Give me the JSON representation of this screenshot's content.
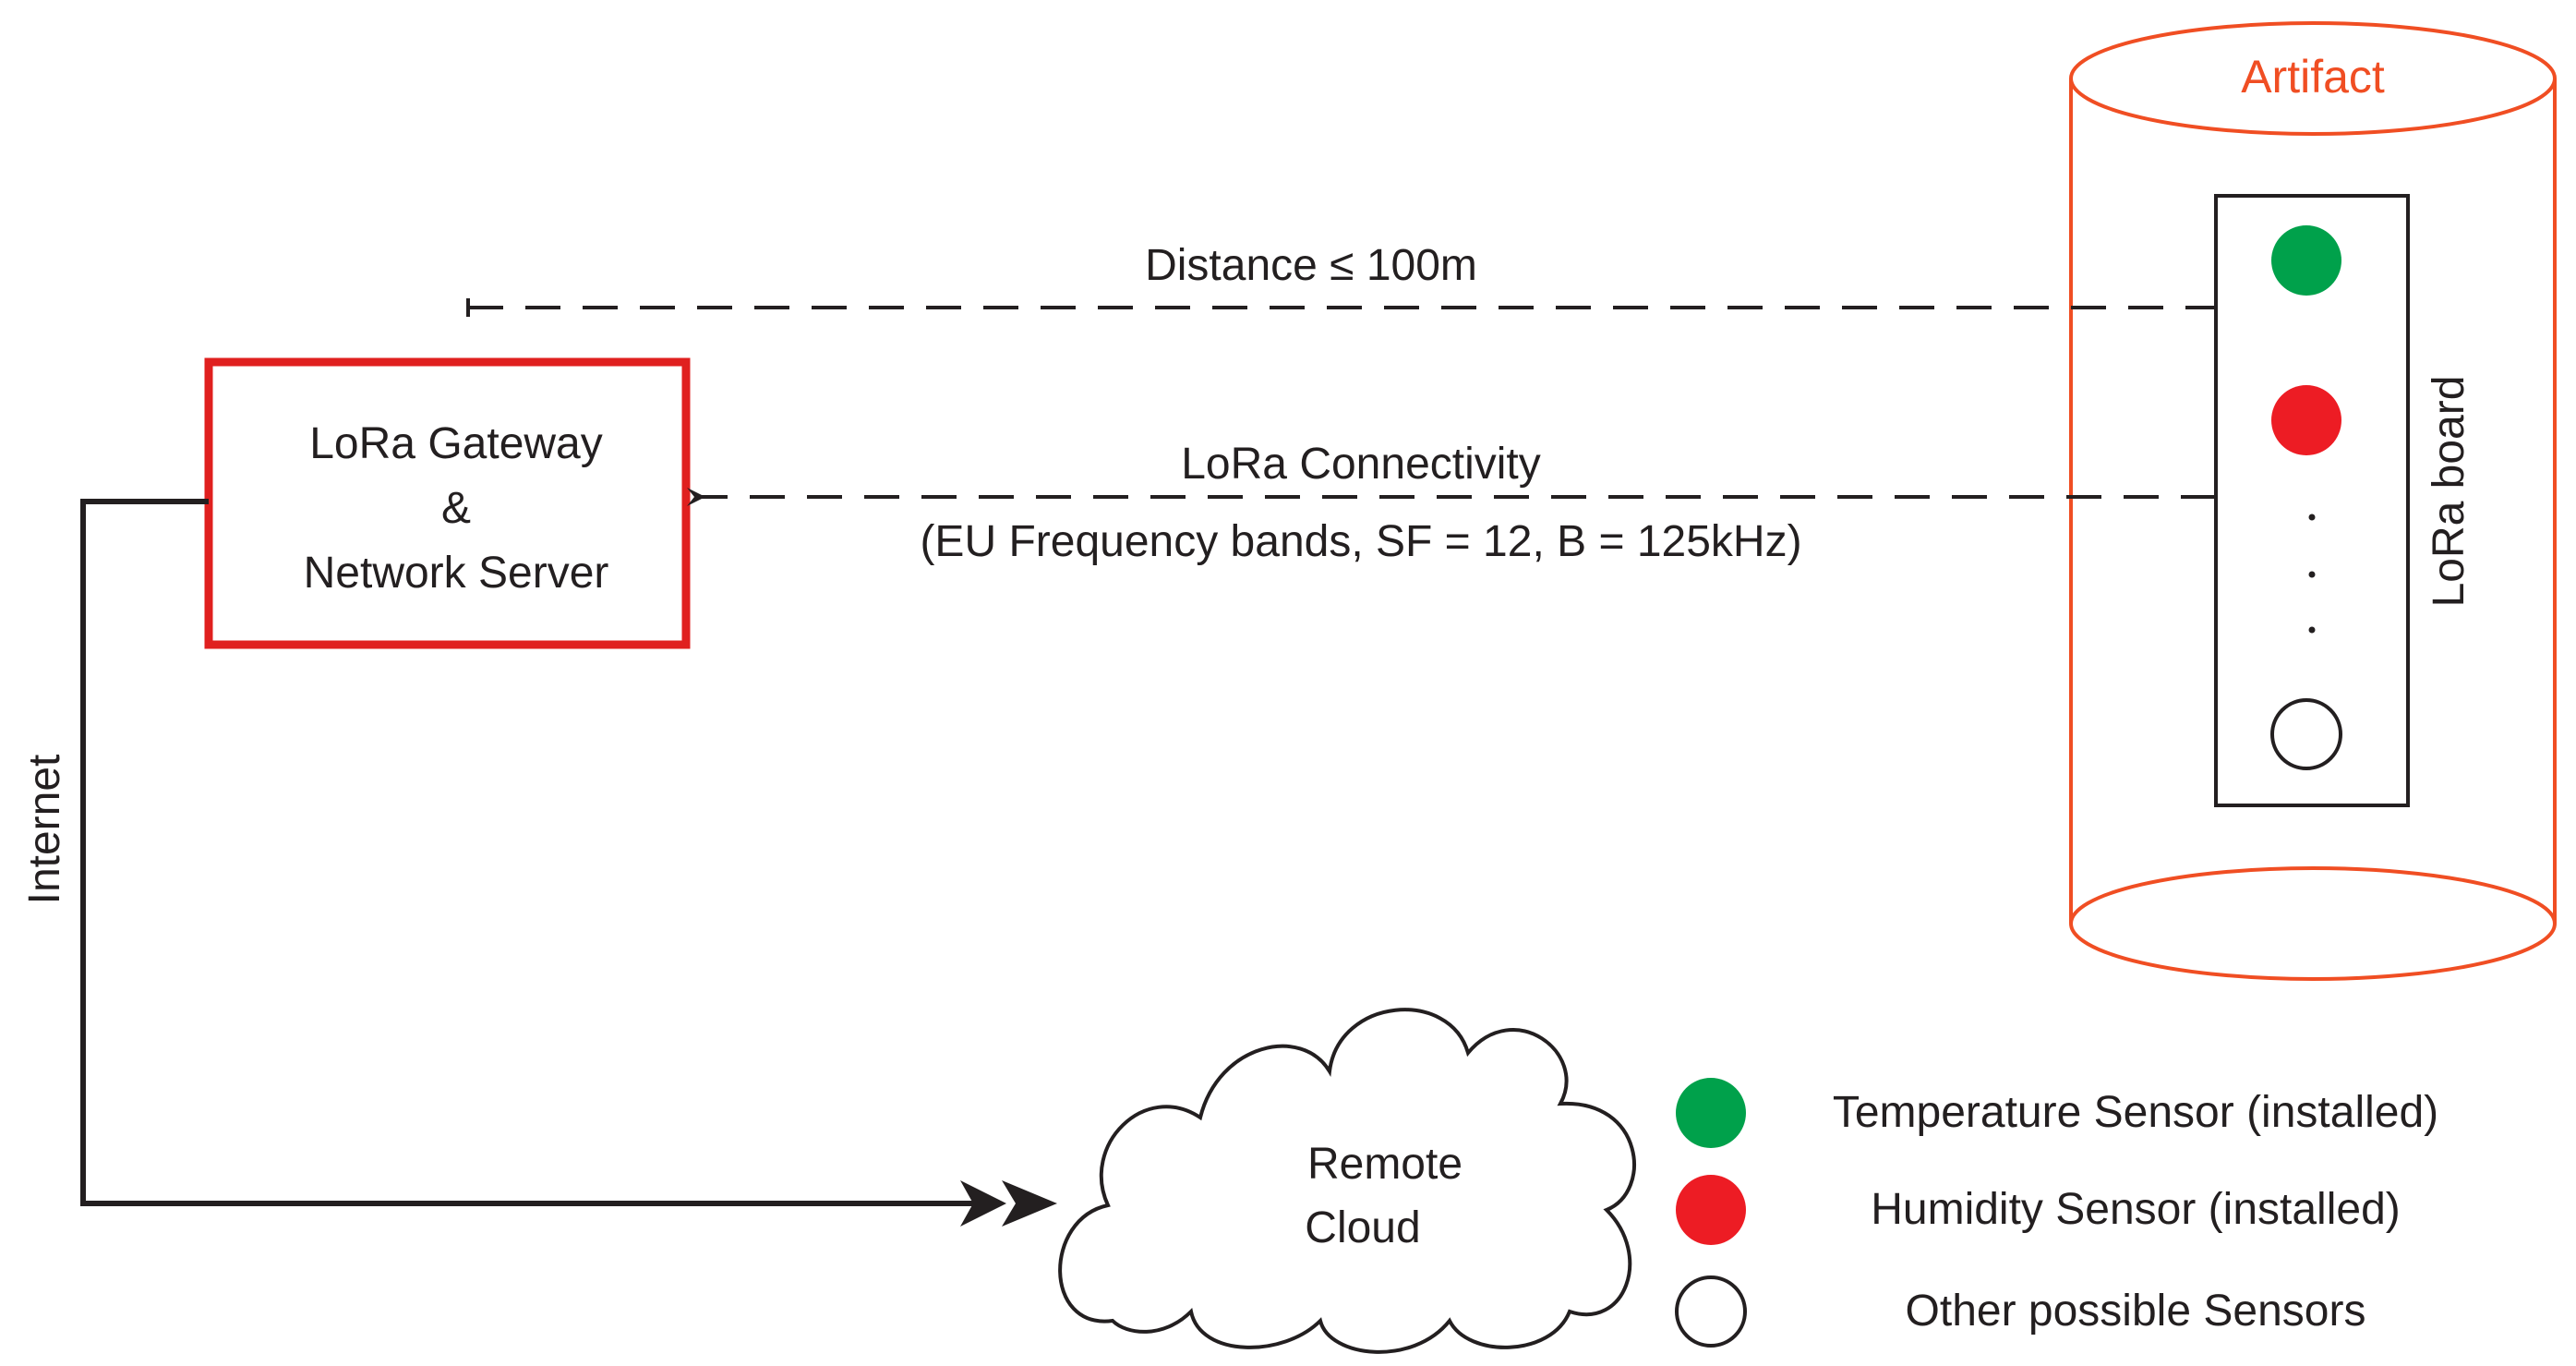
{
  "gateway": {
    "line1": "LoRa Gateway",
    "line2": "&",
    "line3": "Network Server"
  },
  "artifact": {
    "label": "Artifact"
  },
  "board": {
    "label": "LoRa board",
    "dots": ". . ."
  },
  "links": {
    "distance": "Distance ≤ 100m",
    "connectivity_title": "LoRa Connectivity",
    "connectivity_params": "(EU Frequency bands, SF = 12, B = 125kHz)",
    "internet": "Internet"
  },
  "cloud": {
    "line1": "Remote",
    "line2": "Cloud"
  },
  "legend": [
    {
      "label": "Temperature Sensor (installed)",
      "color": "#00a14b"
    },
    {
      "label": "Humidity Sensor (installed)",
      "color": "#ed1c24"
    },
    {
      "label": "Other possible Sensors",
      "color": "#ffffff"
    }
  ],
  "colors": {
    "gateway_border": "#e0201f",
    "artifact": "#f04e23",
    "temperature": "#00a14b",
    "humidity": "#ed1c24",
    "line": "#231f20"
  }
}
